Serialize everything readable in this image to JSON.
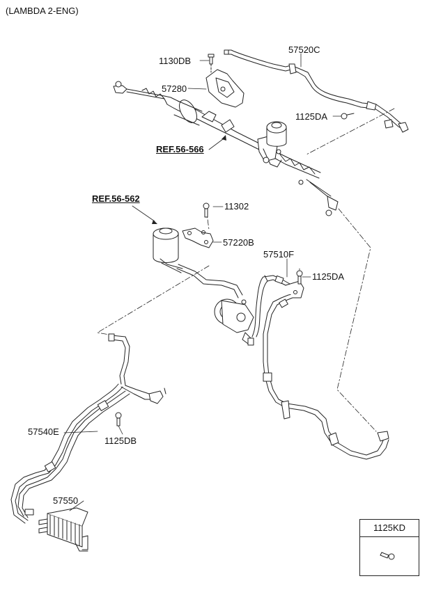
{
  "header": {
    "engine": "(LAMBDA 2-ENG)"
  },
  "parts": {
    "p1130DB": "1130DB",
    "p57520C": "57520C",
    "p57280": "57280",
    "p1125DA_top": "1125DA",
    "ref566": "REF.56-566",
    "ref562": "REF.56-562",
    "p11302": "11302",
    "p57220B": "57220B",
    "p57510F": "57510F",
    "p1125DA_mid": "1125DA",
    "p57540E": "57540E",
    "p1125DB": "1125DB",
    "p57550": "57550"
  },
  "kit_box": {
    "label": "1125KD"
  }
}
